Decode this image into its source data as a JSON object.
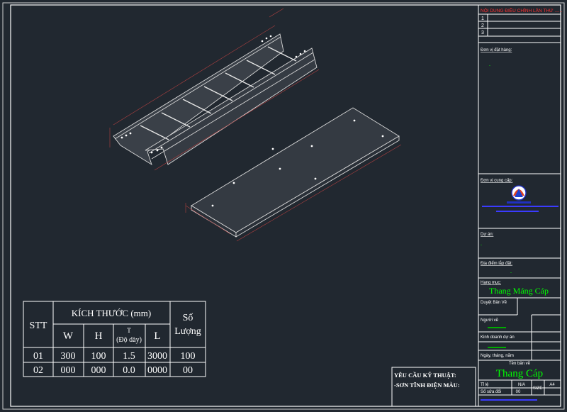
{
  "revision_block": {
    "header": "NỘI DUNG ĐIỀU CHỈNH LẦN THỨ ......",
    "rows": [
      "1",
      "2",
      "3"
    ]
  },
  "title_block": {
    "client_label": "Đơn vị đặt hàng:",
    "client_value": "-",
    "supplier_label": "Đơn vị cung cấp:",
    "project_label": "Dự án:",
    "project_value": "-",
    "location_label": "Địa điểm lắp đặt:",
    "location_value": "-",
    "category_label": "Hạng mục:",
    "category_value": "Thang Máng Cáp",
    "approval_label": "Duyệt Bản Vẽ",
    "drafter_label": "Người vẽ",
    "sales_label": "Kinh doanh dự án",
    "date_label": "Ngày, tháng, năm",
    "drawing_name_label": "Tên bản vẽ",
    "drawing_name_value": "Thang Cáp",
    "scale_label": "Tỉ lệ",
    "scale_value": "N/A",
    "size_label": "SIZE",
    "size_value": "A4",
    "sheet_label": "Số sửa đổi",
    "sheet_value": "00"
  },
  "requirements": {
    "title": "YÊU CẦU KỸ THUẬT:",
    "line1": "-SƠN TĨNH ĐIỆN MÀU:"
  },
  "spec_table": {
    "col_stt": "STT",
    "col_size": "KÍCH THƯỚC (mm)",
    "col_qty": "Số Lượng",
    "col_w": "W",
    "col_h": "H",
    "col_t": "T",
    "col_t_sub": "(Độ dày)",
    "col_l": "L",
    "rows": [
      {
        "stt": "01",
        "w": "300",
        "h": "100",
        "t": "1.5",
        "l": "3000",
        "qty": "100"
      },
      {
        "stt": "02",
        "w": "000",
        "h": "000",
        "t": "0.0",
        "l": "0000",
        "qty": "00"
      }
    ]
  },
  "colors": {
    "background": "#212830",
    "line": "#ffffff",
    "header_red": "#ff3030",
    "highlight_green": "#00ff00",
    "blue_text": "#3b3bff",
    "dimension_red": "#b04040"
  }
}
